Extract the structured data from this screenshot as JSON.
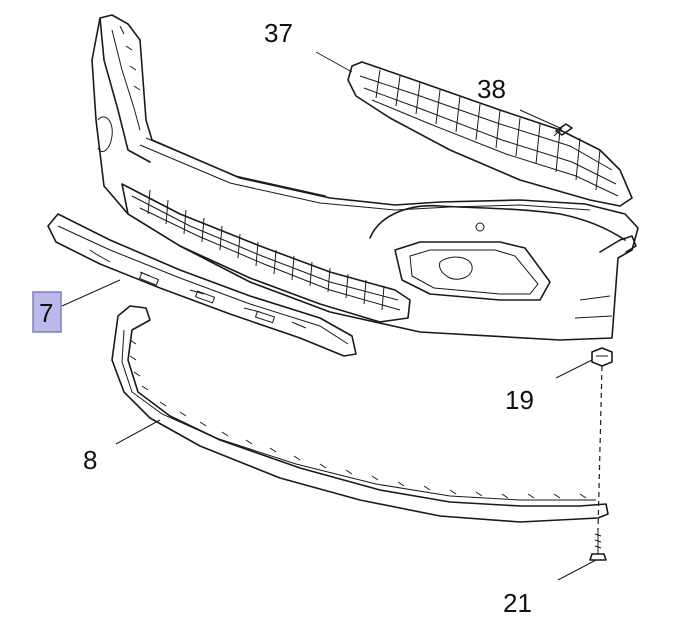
{
  "diagram": {
    "callouts": [
      {
        "id": "37",
        "label": "37",
        "highlighted": false
      },
      {
        "id": "38",
        "label": "38",
        "highlighted": false
      },
      {
        "id": "7",
        "label": "7",
        "highlighted": true
      },
      {
        "id": "19",
        "label": "19",
        "highlighted": false
      },
      {
        "id": "8",
        "label": "8",
        "highlighted": false
      },
      {
        "id": "21",
        "label": "21",
        "highlighted": false
      }
    ],
    "colors": {
      "line": "#1a1a1a",
      "highlight_fill": "#b9b9ea",
      "highlight_border": "#7f7fbf",
      "background": "#ffffff"
    }
  }
}
